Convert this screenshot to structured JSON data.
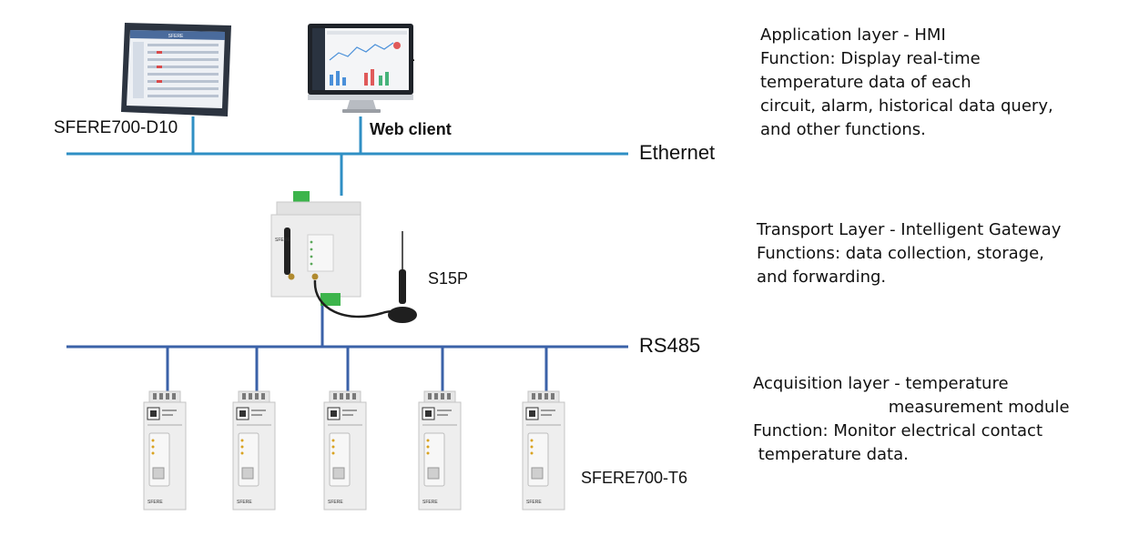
{
  "colors": {
    "ethernet_line": "#2f8fc4",
    "rs485_line": "#3b62a8",
    "device_body": "#eeeeee",
    "terminal_green": "#3cb44b",
    "hmi_frame": "#2c3440",
    "hmi_screen_header": "#4a6b9c"
  },
  "devices": {
    "hmi": {
      "label": "SFERE700-D10",
      "brand": "SFERE"
    },
    "web_client": {
      "label": "Web client",
      "trailing_mark": "."
    },
    "gateway": {
      "label": "S15P",
      "brand": "SFERE"
    },
    "module": {
      "label": "SFERE700-T6",
      "brand": "SFERE",
      "count": 5
    }
  },
  "networks": {
    "ethernet": "Ethernet",
    "rs485": "RS485"
  },
  "layers": {
    "application": "Application layer - HMI\nFunction: Display real-time\ntemperature data of each\ncircuit, alarm, historical data query,\nand other functions.",
    "transport": "Transport Layer - Intelligent Gateway\nFunctions: data collection, storage,\nand forwarding.",
    "acquisition": "Acquisition layer - temperature\n                          measurement module\nFunction: Monitor electrical contact\n temperature data."
  }
}
